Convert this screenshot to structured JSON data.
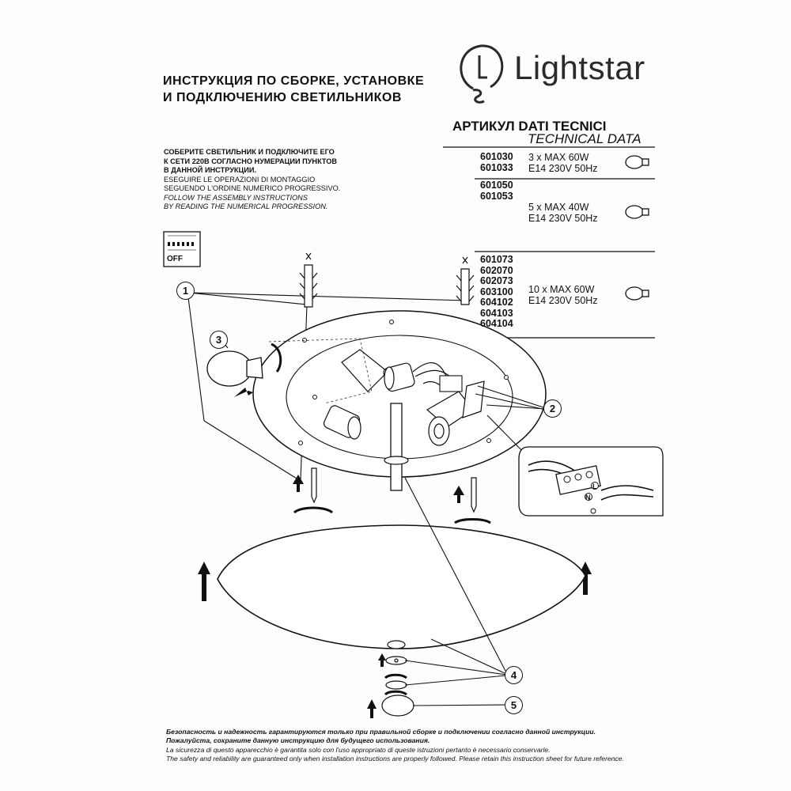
{
  "header": {
    "title_line1": "ИНСТРУКЦИЯ ПО СБОРКЕ, УСТАНОВКЕ",
    "title_line2": "И ПОДКЛЮЧЕНИЮ СВЕТИЛЬНИКОВ",
    "logo_text": "Lightstar"
  },
  "instructions": {
    "ru_1": "СОБЕРИТЕ СВЕТИЛЬНИК И ПОДКЛЮЧИТЕ ЕГО",
    "ru_2": "К СЕТИ 220В СОГЛАСНО НУМЕРАЦИИ ПУНКТОВ",
    "ru_3": "В ДАННОЙ ИНСТРУКЦИИ.",
    "it_1": "ESEGUIRE LE OPERAZIONI DI MONTAGGIO",
    "it_2": "SEGUENDO L'ORDINE NUMERICO PROGRESSIVO.",
    "en_1": "FOLLOW THE ASSEMBLY INSTRUCTIONS",
    "en_2": "BY READING THE NUMERICAL PROGRESSION."
  },
  "switch_label": "OFF",
  "technical": {
    "heading": "АРТИКУЛ DATI TECNICI",
    "subheading": "TECHNICAL DATA",
    "groups": [
      {
        "codes": [
          "601030",
          "601033"
        ],
        "power": "3 x MAX 60W",
        "spec": "E14 230V 50Hz"
      },
      {
        "codes": [
          "601050",
          "601053"
        ],
        "power": "5 x MAX 40W",
        "spec": "E14 230V 50Hz"
      },
      {
        "codes": [
          "601073",
          "602070",
          "602073",
          "603100",
          "604102",
          "604103",
          "604104"
        ],
        "power": "10 x MAX 60W",
        "spec": "E14 230V 50Hz"
      }
    ]
  },
  "callouts": [
    "1",
    "2",
    "3",
    "4",
    "5"
  ],
  "wiring_labels": {
    "live": "L",
    "neutral": "N"
  },
  "footer": {
    "line1": "Безопасность и надежность гарантируются только при правильной сборке и подключении согласно данной инструкции.",
    "line2": "Пожалуйста, сохраните данную инструкцию для будущего использования.",
    "line3": "La sicurezza di questo apparecchio è garantita solo con l'uso appropriato di queste istruzioni pertanto è necessario conservarle.",
    "line4": "The safety and reliability are guaranteed only when installation instructions are properly followed. Please retain this instruction sheet for future reference."
  }
}
